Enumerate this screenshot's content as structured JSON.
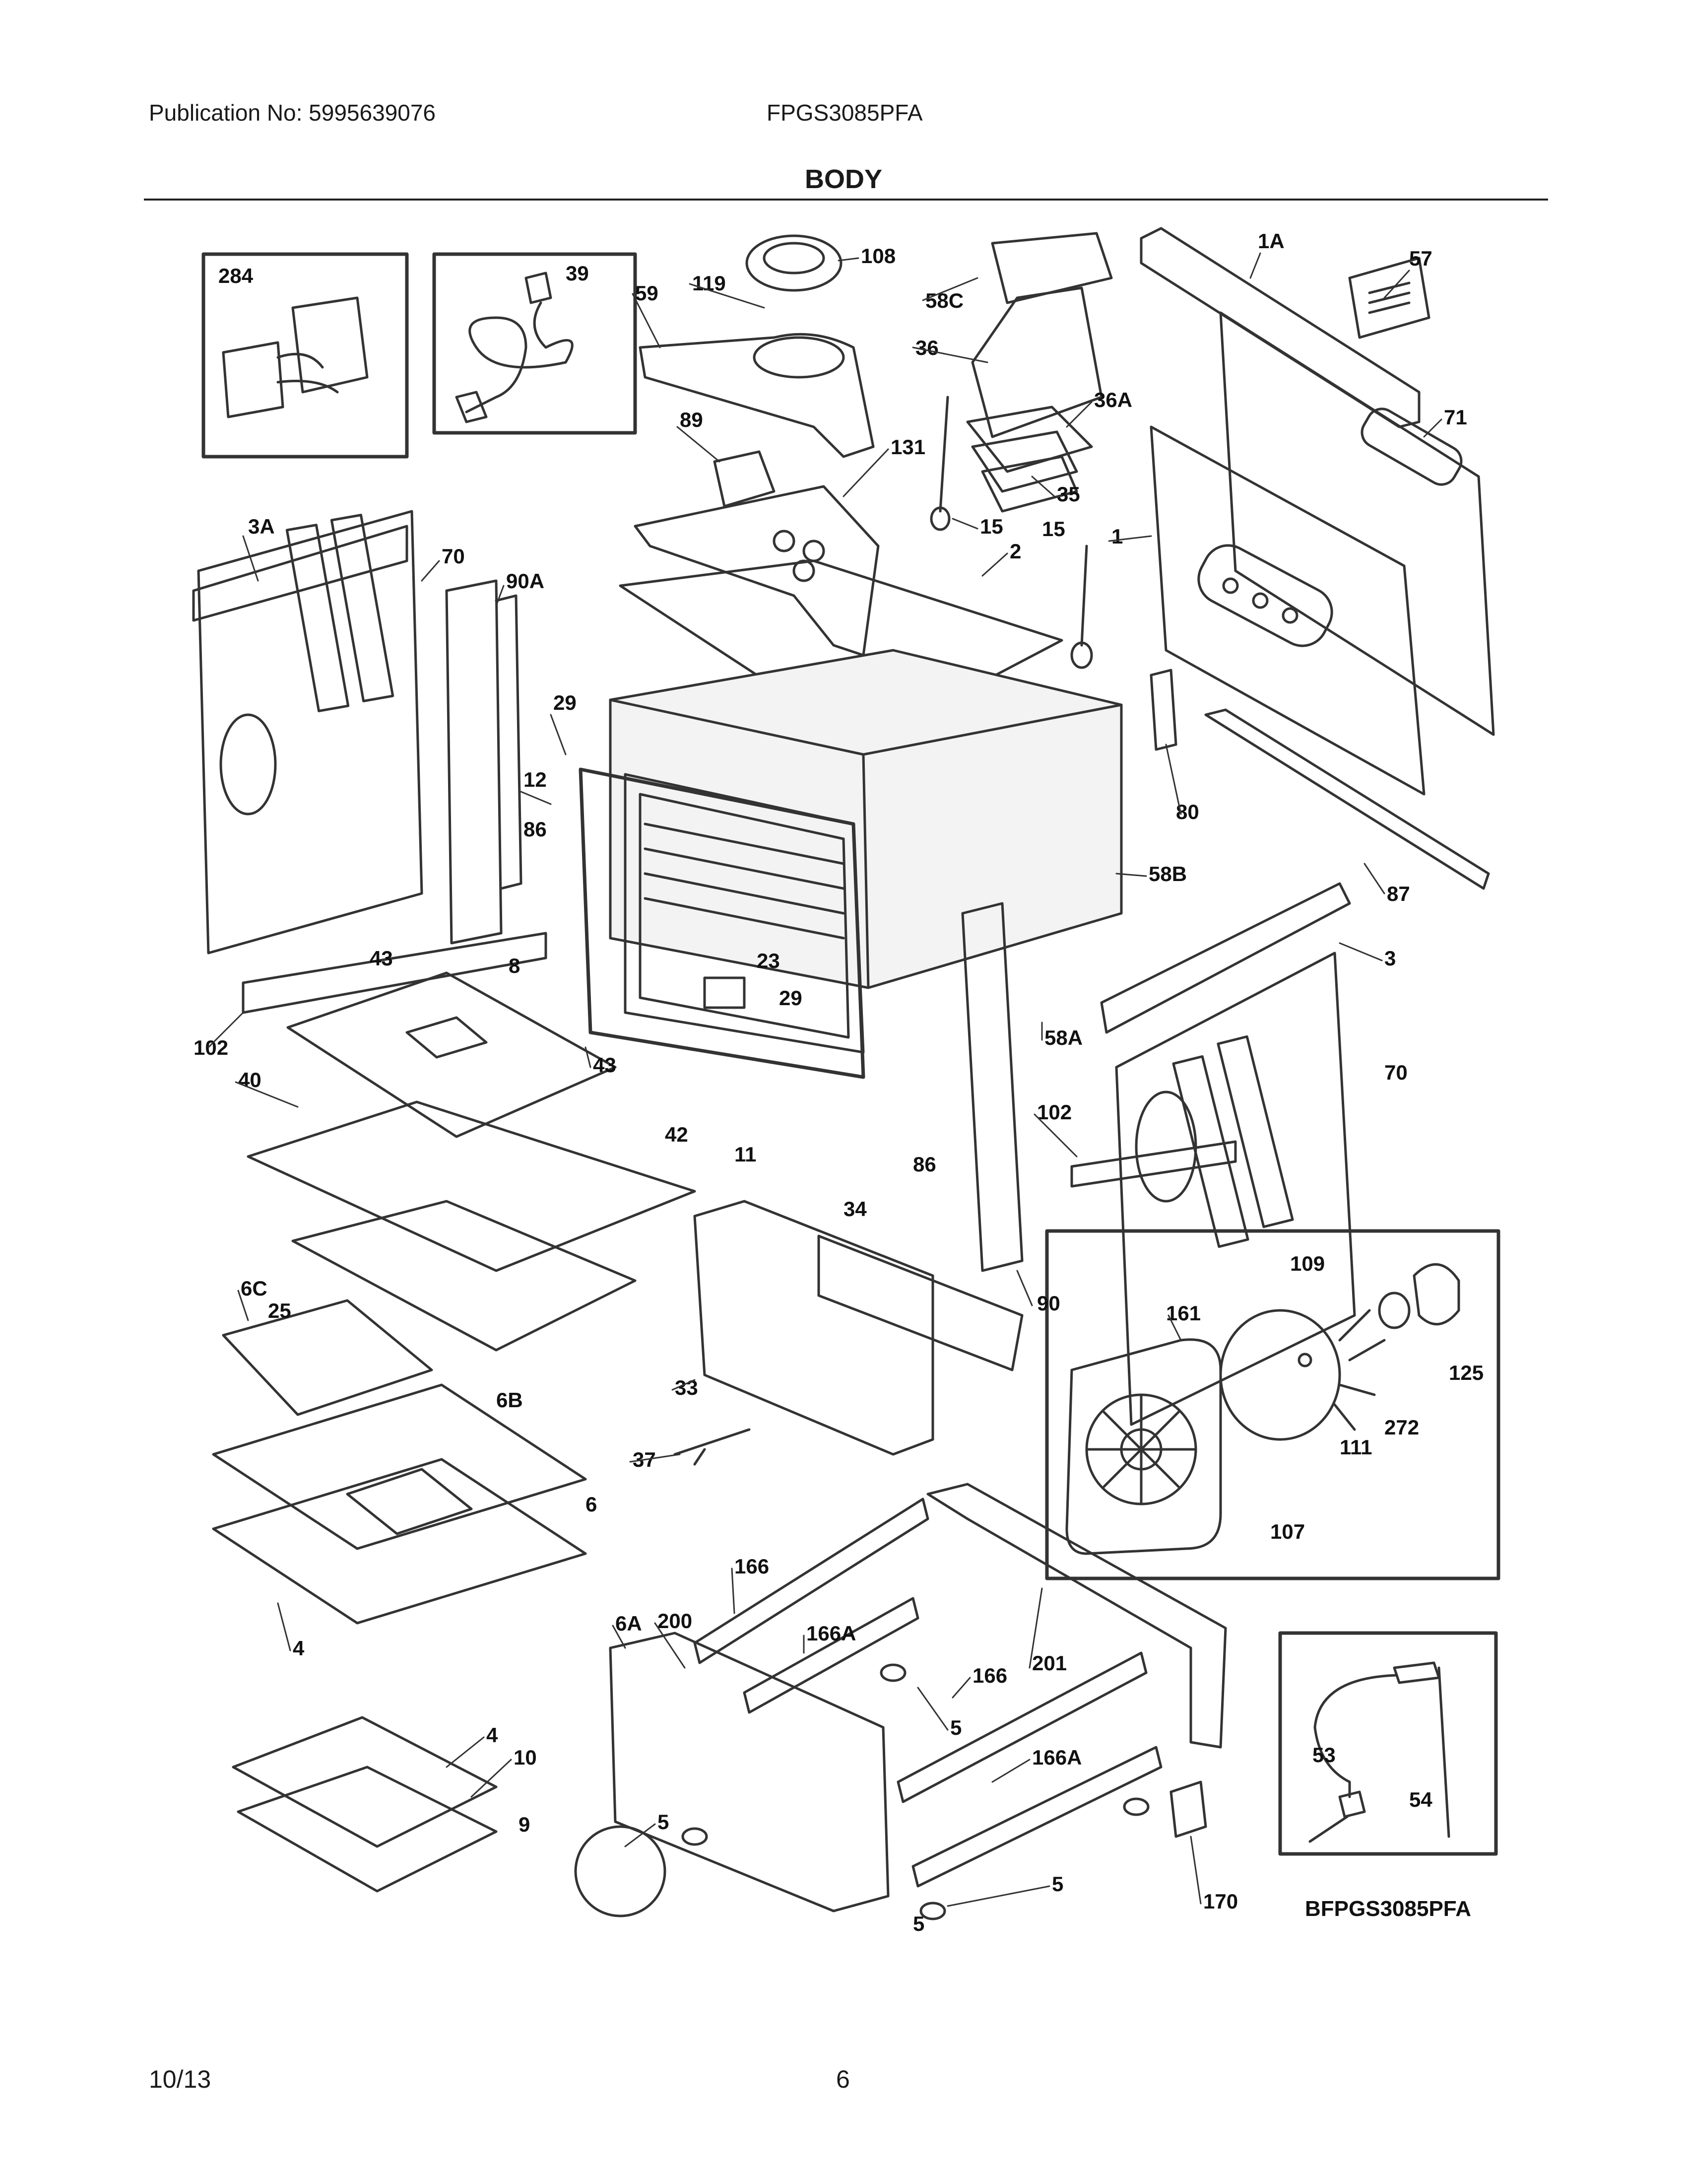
{
  "header": {
    "publication": "Publication No: 5995639076",
    "model": "FPGS3085PFA"
  },
  "page_title": "BODY",
  "diagram_id": "BFPGS3085PFA",
  "footer": {
    "date": "10/13",
    "page": "6"
  },
  "part_labels": [
    "284",
    "39",
    "119",
    "108",
    "59",
    "58C",
    "36",
    "1A",
    "57",
    "36A",
    "89",
    "131",
    "35",
    "71",
    "15",
    "15",
    "1",
    "3A",
    "70",
    "90A",
    "2",
    "29",
    "12",
    "86",
    "80",
    "58B",
    "87",
    "43",
    "8",
    "23",
    "29",
    "3",
    "102",
    "43",
    "58A",
    "70",
    "40",
    "102",
    "11",
    "86",
    "42",
    "34",
    "109",
    "161",
    "90",
    "125",
    "6C",
    "25",
    "33",
    "272",
    "6B",
    "111",
    "107",
    "37",
    "6",
    "166",
    "201",
    "6A",
    "200",
    "166A",
    "166",
    "4",
    "5",
    "166A",
    "53",
    "4",
    "54",
    "10",
    "5",
    "9",
    "5",
    "170",
    "5"
  ]
}
